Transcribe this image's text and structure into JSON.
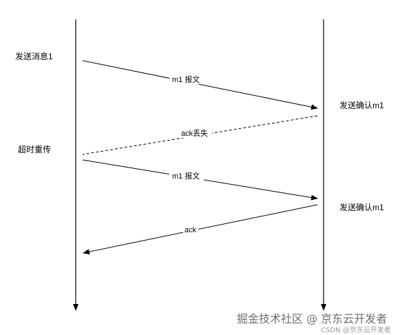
{
  "diagram": {
    "left_events": {
      "send_message": "发送消息1",
      "timeout_retransmit": "超时重传"
    },
    "right_events": {
      "ack_first": "发送确认m1",
      "ack_second": "发送确认m1"
    },
    "messages": {
      "m1_first": "m1 报文",
      "ack_lost": "ack丢失",
      "m1_second": "m1 报文",
      "ack_final": "ack"
    }
  },
  "watermark": {
    "main": "掘金技术社区 @ 京东云开发者",
    "sub": "CSDN @京东云开发者"
  },
  "colors": {
    "line": "#000000",
    "background": "#ffffff"
  }
}
